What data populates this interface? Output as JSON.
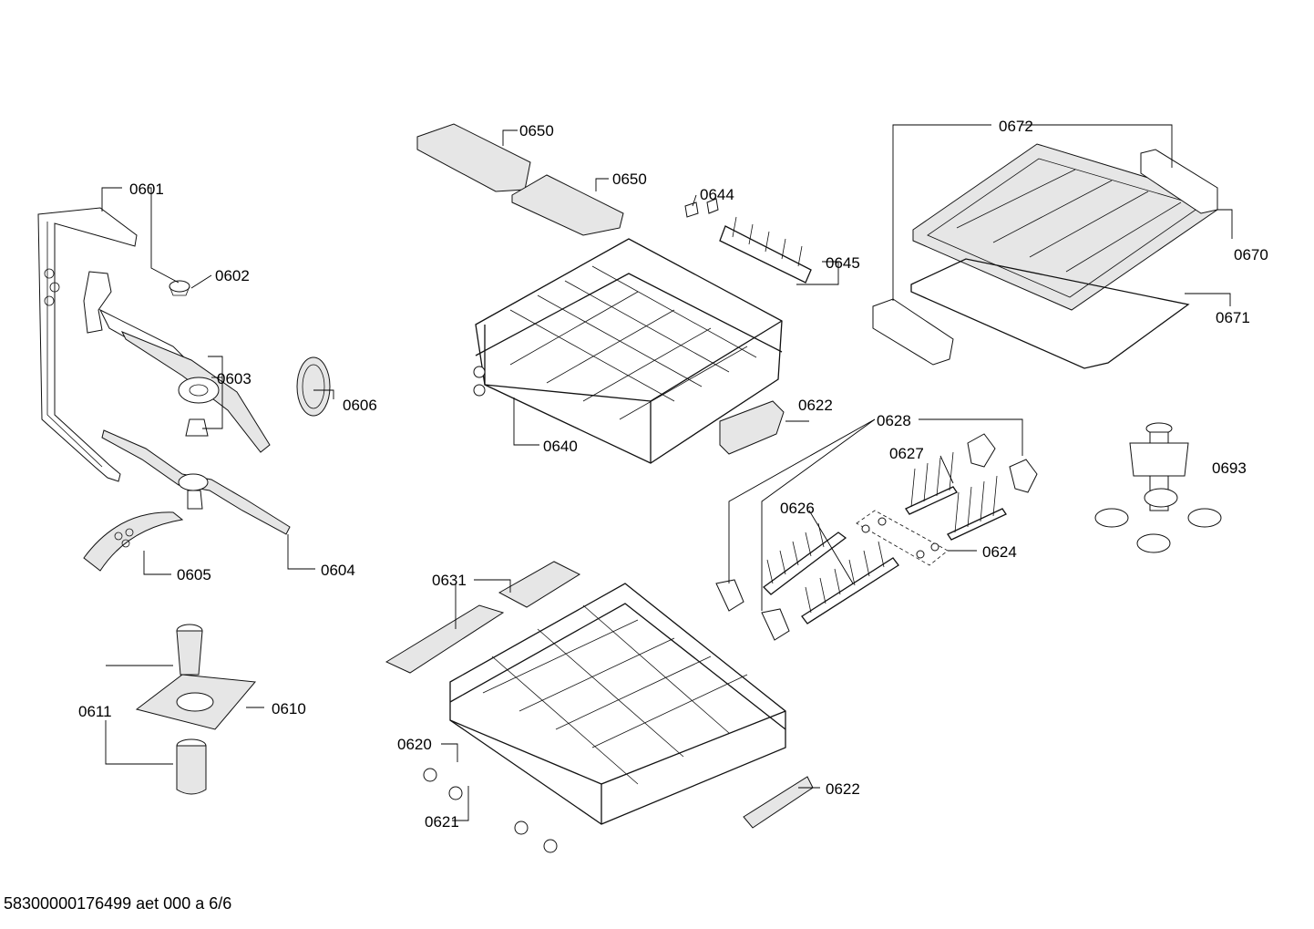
{
  "labels": {
    "p0601": "0601",
    "p0602": "0602",
    "p0603": "0603",
    "p0604": "0604",
    "p0605": "0605",
    "p0606": "0606",
    "p0610": "0610",
    "p0611": "0611",
    "p0620": "0620",
    "p0621": "0621",
    "p0622a": "0622",
    "p0622b": "0622",
    "p0624": "0624",
    "p0626": "0626",
    "p0627": "0627",
    "p0628": "0628",
    "p0631": "0631",
    "p0640": "0640",
    "p0644": "0644",
    "p0645": "0645",
    "p0650a": "0650",
    "p0650b": "0650",
    "p0670": "0670",
    "p0671": "0671",
    "p0672": "0672",
    "p0693": "0693"
  },
  "footer": {
    "doc_id": "58300000176499 aet 000 a 6/6"
  }
}
